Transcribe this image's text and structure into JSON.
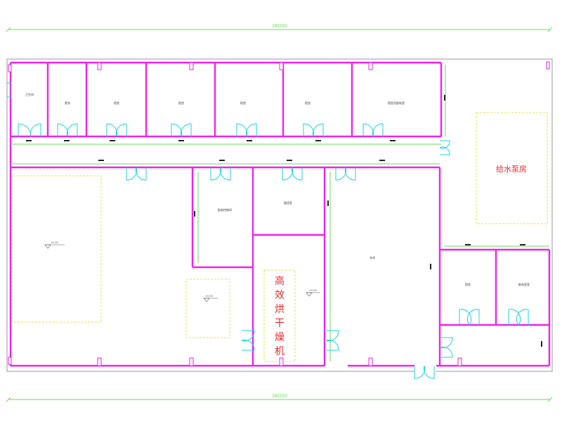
{
  "dimensions": {
    "top": "36000",
    "bottom": "36000"
  },
  "rooms": {
    "r1": "卫生间",
    "r2": "更衣",
    "r3": "宿舍",
    "r4": "宿舍",
    "r5": "宿舍",
    "r6": "宿舍",
    "r7": "宿舍及配电室",
    "mid1": "配电控制间",
    "mid2": "值班室",
    "workshop": "车间",
    "right1": "宿舍",
    "right2": "配电室室"
  },
  "zone_right": "给水泵房",
  "column_text": [
    "高",
    "效",
    "烘",
    "干",
    "燥",
    "机"
  ],
  "levels": {
    "left": "±0.00",
    "center": "±0.00",
    "right": "±0.00"
  },
  "colors": {
    "wall": "#ee22ee",
    "door": "#19d7dc",
    "dimension": "#69dd55",
    "zone": "#e8e24f",
    "annotation_red": "#ee2a2a",
    "outline": "#9a9a9a"
  }
}
